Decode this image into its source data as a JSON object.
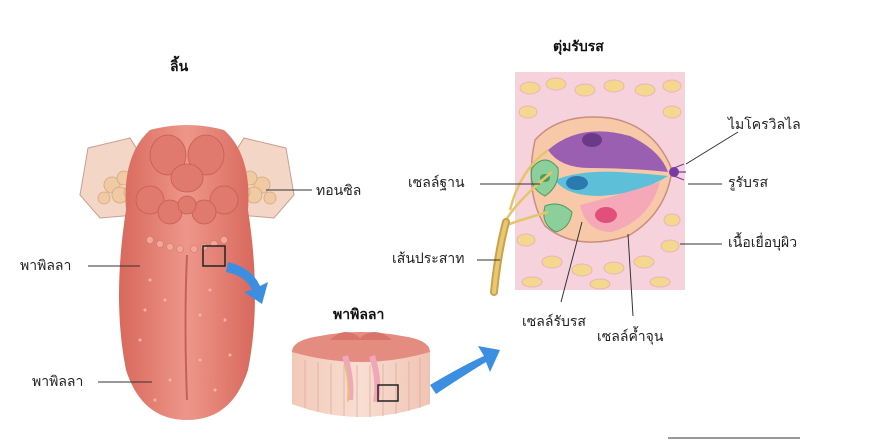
{
  "titles": {
    "tongue": "ลิ้น",
    "papilla": "พาพิลลา",
    "taste_bud": "ตุ่มรับรส"
  },
  "labels": {
    "tonsil": "ทอนซิล",
    "papilla_upper": "พาพิลลา",
    "papilla_lower": "พาพิลลา",
    "basal_cell": "เซลล์ฐาน",
    "nerve": "เส้นประสาท",
    "gustatory_cell": "เซลล์รับรส",
    "supporting_cell": "เซลล์ค้ำจุน",
    "microvilli": "ไมโครวิลไล",
    "taste_pore": "รูรับรส",
    "epithelium": "เนื้อเยื่อบุผิว"
  },
  "colors": {
    "tongue": "#e88c80",
    "tongue_dark": "#d86e62",
    "tonsil": "#f2d2b8",
    "arrow": "#3b8ee0",
    "tissue": "#f6d3dc",
    "cell_fill": "#f4dc9a",
    "purple": "#9a5fb0",
    "cyan": "#5ec0d8",
    "green": "#8ccf9a",
    "pink": "#f07a9a",
    "nerve": "#e6c56a"
  }
}
